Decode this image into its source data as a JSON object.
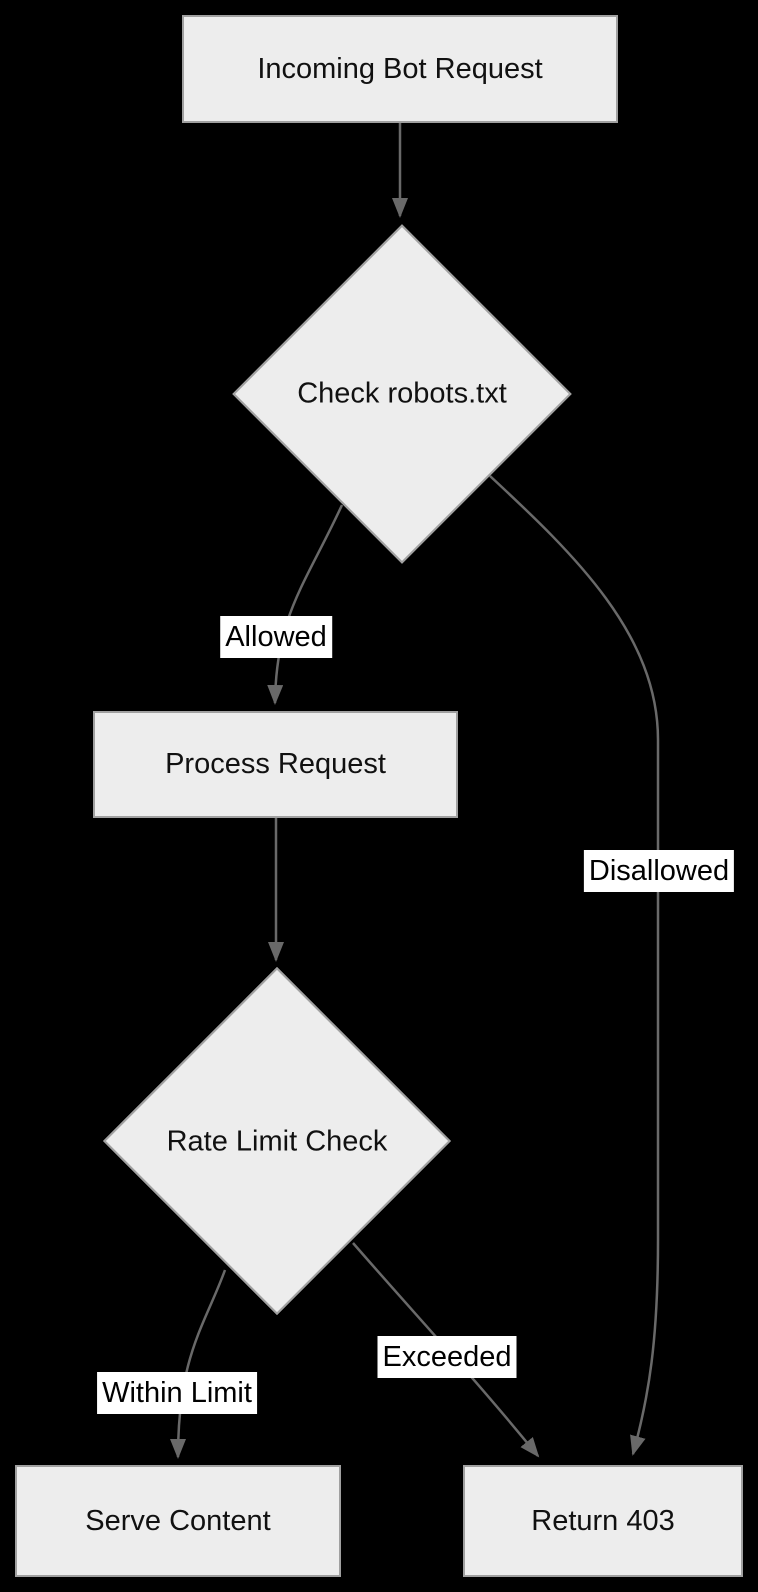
{
  "diagram": {
    "type": "flowchart",
    "direction": "top-down",
    "nodes": {
      "incoming": {
        "label": "Incoming Bot Request",
        "shape": "rect"
      },
      "check_robots": {
        "label": "Check robots.txt",
        "shape": "diamond"
      },
      "process": {
        "label": "Process Request",
        "shape": "rect"
      },
      "rate_limit": {
        "label": "Rate Limit Check",
        "shape": "diamond"
      },
      "serve": {
        "label": "Serve Content",
        "shape": "rect"
      },
      "return_403": {
        "label": "Return 403",
        "shape": "rect"
      }
    },
    "edges": [
      {
        "from": "incoming",
        "to": "check_robots",
        "label": ""
      },
      {
        "from": "check_robots",
        "to": "process",
        "label": "Allowed"
      },
      {
        "from": "check_robots",
        "to": "return_403",
        "label": "Disallowed"
      },
      {
        "from": "process",
        "to": "rate_limit",
        "label": ""
      },
      {
        "from": "rate_limit",
        "to": "serve",
        "label": "Within Limit"
      },
      {
        "from": "rate_limit",
        "to": "return_403",
        "label": "Exceeded"
      }
    ],
    "colors": {
      "background": "#000000",
      "node_fill": "#ededed",
      "node_border": "#a0a0a0",
      "node_text": "#111111",
      "edge_line": "#696969",
      "edge_label_bg": "#ffffff",
      "edge_label_text": "#000000"
    }
  }
}
